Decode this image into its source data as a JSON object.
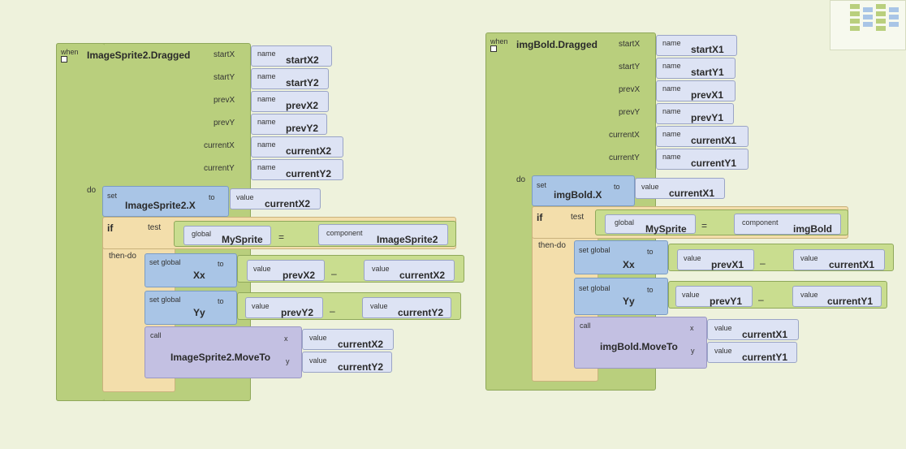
{
  "left": {
    "when": "when",
    "event": "ImageSprite2.Dragged",
    "params": [
      {
        "label": "startX",
        "name_label": "name",
        "value": "startX2"
      },
      {
        "label": "startY",
        "name_label": "name",
        "value": "startY2"
      },
      {
        "label": "prevX",
        "name_label": "name",
        "value": "prevX2"
      },
      {
        "label": "prevY",
        "name_label": "name",
        "value": "prevY2"
      },
      {
        "label": "currentX",
        "name_label": "name",
        "value": "currentX2"
      },
      {
        "label": "currentY",
        "name_label": "name",
        "value": "currentY2"
      }
    ],
    "do": "do",
    "set_label": "set",
    "set_target": "ImageSprite2.X",
    "to": "to",
    "value_label": "value",
    "set_value": "currentX2",
    "if": "if",
    "test": "test",
    "global_label": "global",
    "global_var": "MySprite",
    "eq": "=",
    "component_label": "component",
    "component": "ImageSprite2",
    "then_do": "then-do",
    "set_global": "set global",
    "xx": "Xx",
    "yy": "Yy",
    "xx_a": "prevX2",
    "xx_b": "currentX2",
    "yy_a": "prevY2",
    "yy_b": "currentY2",
    "minus": "–",
    "call": "call",
    "call_target": "ImageSprite2.MoveTo",
    "x": "x",
    "y": "y",
    "call_x": "currentX2",
    "call_y": "currentY2"
  },
  "right": {
    "when": "when",
    "event": "imgBold.Dragged",
    "params": [
      {
        "label": "startX",
        "name_label": "name",
        "value": "startX1"
      },
      {
        "label": "startY",
        "name_label": "name",
        "value": "startY1"
      },
      {
        "label": "prevX",
        "name_label": "name",
        "value": "prevX1"
      },
      {
        "label": "prevY",
        "name_label": "name",
        "value": "prevY1"
      },
      {
        "label": "currentX",
        "name_label": "name",
        "value": "currentX1"
      },
      {
        "label": "currentY",
        "name_label": "name",
        "value": "currentY1"
      }
    ],
    "do": "do",
    "set_label": "set",
    "set_target": "imgBold.X",
    "to": "to",
    "value_label": "value",
    "set_value": "currentX1",
    "if": "if",
    "test": "test",
    "global_label": "global",
    "global_var": "MySprite",
    "eq": "=",
    "component_label": "component",
    "component": "imgBold",
    "then_do": "then-do",
    "set_global": "set global",
    "xx": "Xx",
    "yy": "Yy",
    "xx_a": "prevX1",
    "xx_b": "currentX1",
    "yy_a": "prevY1",
    "yy_b": "currentY1",
    "minus": "–",
    "call": "call",
    "call_target": "imgBold.MoveTo",
    "x": "x",
    "y": "y",
    "call_x": "currentX1",
    "call_y": "currentY1"
  }
}
